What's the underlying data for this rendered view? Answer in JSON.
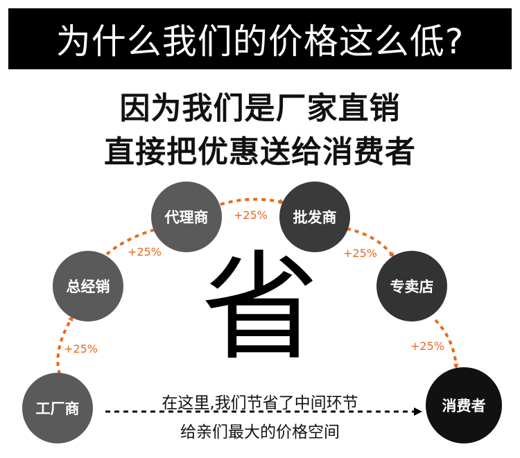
{
  "header": {
    "title": "为什么我们的价格这么低?"
  },
  "subtitle": {
    "line1": "因为我们是厂家直销",
    "line2": "直接把优惠送给消费者"
  },
  "nodes": {
    "factory": "工厂商",
    "general_distributor": "总经销",
    "agent": "代理商",
    "wholesaler": "批发商",
    "store": "专卖店",
    "consumer": "消费者"
  },
  "markups": {
    "factory_to_general": "+25%",
    "general_to_agent": "+25%",
    "agent_to_wholesaler": "+25%",
    "wholesaler_to_store": "+25%",
    "store_to_consumer": "+25%"
  },
  "center_char": "省",
  "bottom_note": {
    "line1": "在这里,我们节省了中间环节",
    "line2": "给亲们最大的价格空间"
  },
  "colors": {
    "banner_bg": "#000000",
    "arrow": "#e86a1c",
    "node_gray": "#5a5a5a",
    "node_dark": "#3a3a3a",
    "node_black": "#111111"
  }
}
